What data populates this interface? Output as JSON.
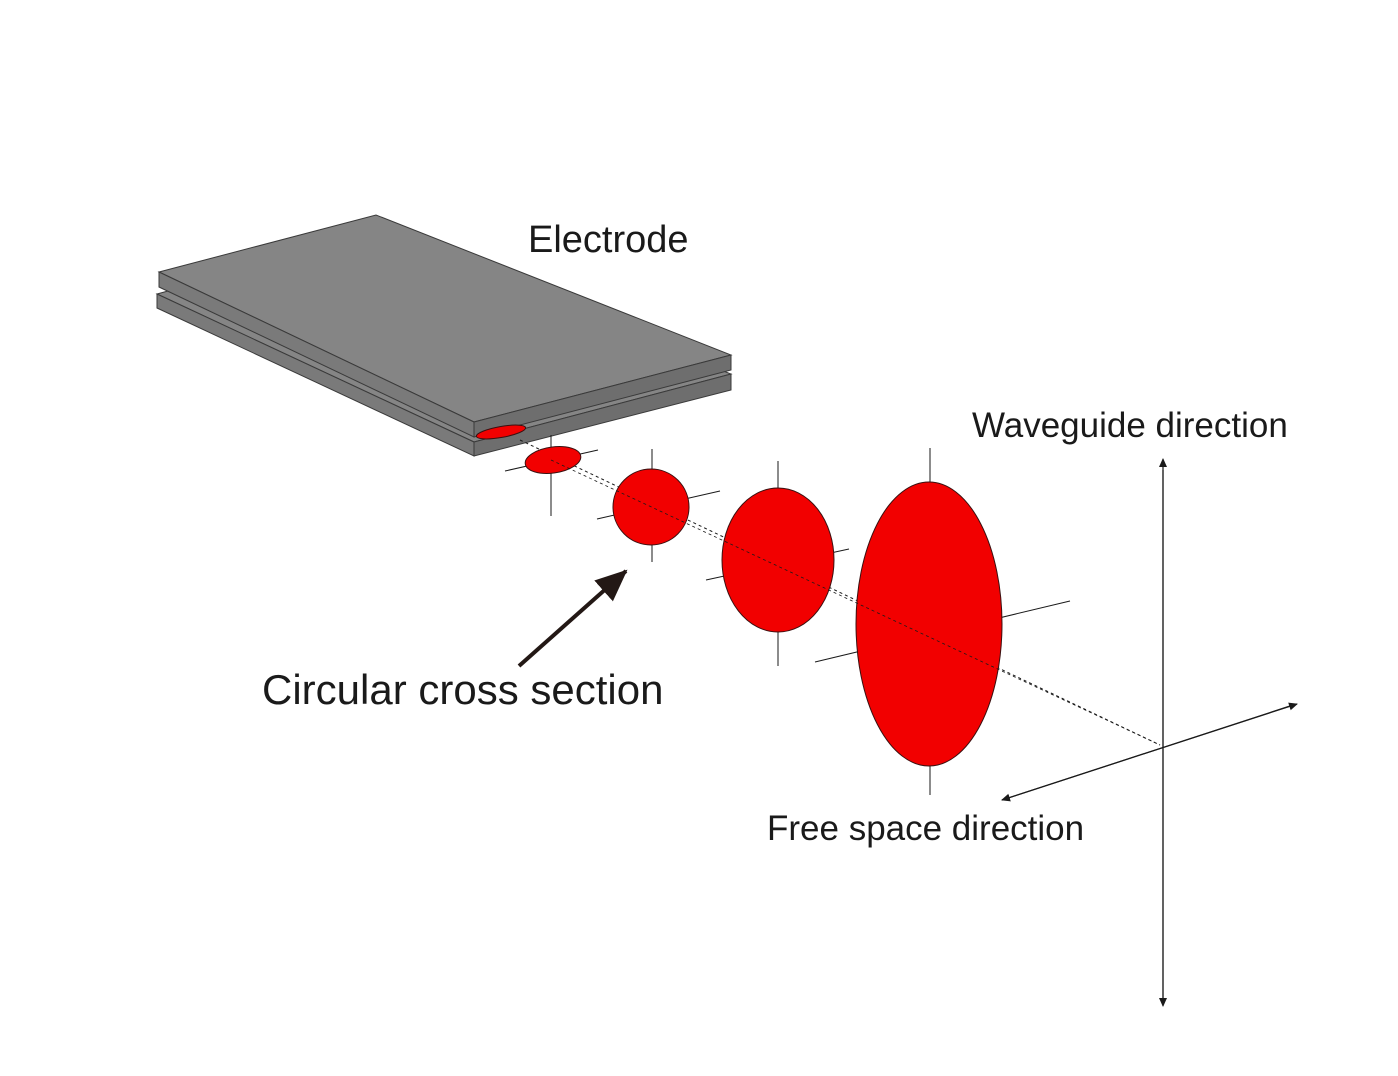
{
  "labels": {
    "electrode": "Electrode",
    "circular_cross_section": "Circular cross section",
    "waveguide_direction": "Waveguide direction",
    "free_space_direction": "Free space direction"
  },
  "colors": {
    "electrode_top": "#858585",
    "electrode_edge": "#3a3a3a",
    "beam": "#f20000",
    "line": "#1a1a1a",
    "background": "#ffffff"
  }
}
